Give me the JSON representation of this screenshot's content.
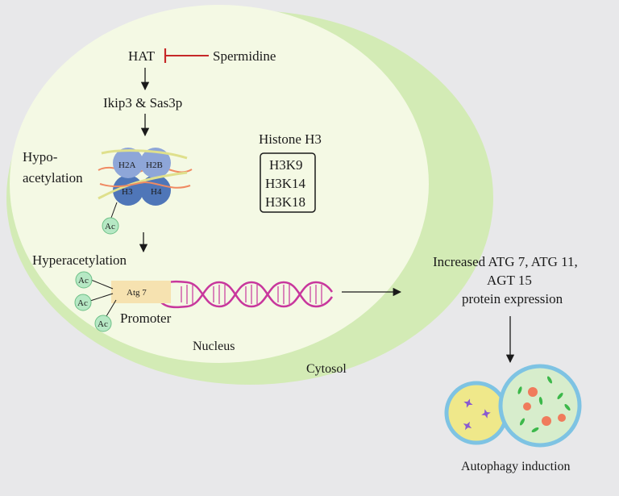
{
  "colors": {
    "background": "#e8e8ea",
    "cell": "#d3ebb5",
    "nucleus": "#f4f9e4",
    "inhibitor": "#c62828",
    "histone_top": "#8ea6d8",
    "histone_bottom": "#4f76b8",
    "acetyl": "#b6e8c4",
    "acetyl_stroke": "#6cbf86",
    "dna": "#c8379d",
    "atg7_box": "#f6e2b0",
    "vesicle_ring": "#7ec3e3",
    "vesicle_left_fill": "#efe88a",
    "vesicle_right_fill": "#d7edcc",
    "cargo_red": "#f07b5c",
    "cargo_green": "#3cb84a",
    "cargo_purple": "#8a5bd0"
  },
  "labels": {
    "hat": "HAT",
    "spermidine": "Spermidine",
    "ikip3": "Ikip3 & Sas3p",
    "hypo_line1": "Hypo-",
    "hypo_line2": "acetylation",
    "h2a": "H2A",
    "h2b": "H2B",
    "h3": "H3",
    "h4": "H4",
    "ac": "Ac",
    "histone_h3": "Histone H3",
    "mark1": "H3K9",
    "mark2": "H3K14",
    "mark3": "H3K18",
    "hyperacetylation": "Hyperacetylation",
    "atg7": "Atg 7",
    "promoter": "Promoter",
    "nucleus": "Nucleus",
    "cytosol": "Cytosol",
    "output_line1": "Increased ATG 7, ATG 11,",
    "output_line2": "AGT 15",
    "output_line3": "protein expression",
    "autophagy": "Autophagy induction"
  }
}
